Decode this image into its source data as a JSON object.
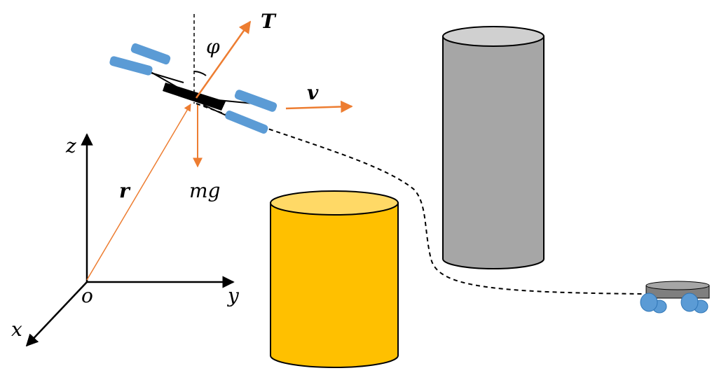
{
  "labels": {
    "thrust": "T",
    "tilt_angle": "φ",
    "velocity": "v",
    "position": "r",
    "gravity": "mg",
    "axis_z": "z",
    "axis_y": "y",
    "axis_x": "x",
    "origin": "o"
  },
  "colors": {
    "vector_orange": "#ED7D31",
    "propeller_blue": "#5B9BD5",
    "yellow_obstacle": "#FFC000",
    "yellow_obstacle_top": "#FFD966",
    "gray_obstacle": "#A6A6A6",
    "gray_obstacle_top": "#D0D0D0",
    "ground_robot_body": "#7F7F7F",
    "ground_robot_wheels": "#5B9BD5"
  },
  "icons": {
    "quadrotor": "quadrotor-drone-icon",
    "ground_robot": "ground-robot-icon"
  }
}
